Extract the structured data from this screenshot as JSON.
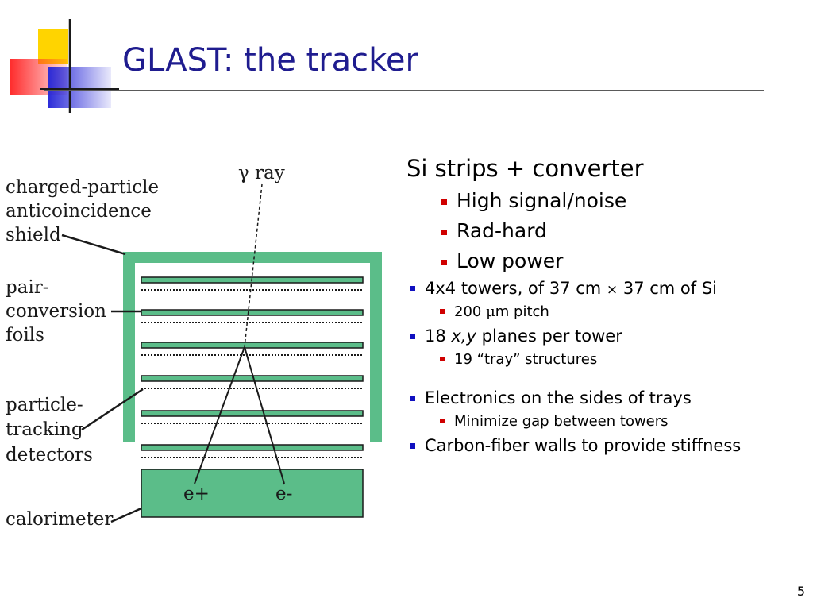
{
  "slide": {
    "title": "GLAST: the tracker",
    "page_number": "5"
  },
  "diagram": {
    "labels": {
      "gamma_ray": "γ ray",
      "shield_1": "charged-particle",
      "shield_2": "anticoincidence",
      "shield_3": "shield",
      "foils_1": "pair-",
      "foils_2": "conversion",
      "foils_3": "foils",
      "tracking_1": "particle-",
      "tracking_2": "tracking",
      "tracking_3": "detectors",
      "calorimeter": "calorimeter",
      "positron": "e+",
      "electron": "e-"
    },
    "colors": {
      "shield": "#5bbd89",
      "detector": "#5bbd89",
      "outline": "#1a1a1a"
    }
  },
  "content": {
    "heading": "Si strips + converter",
    "sub1": "High signal/noise",
    "sub2": "Rad-hard",
    "sub3": "Low power",
    "b1_pre": "4x4 towers, of 37 cm ",
    "b1_times": "×",
    "b1_post": " 37 cm of Si",
    "b1_sub_pre": "200 ",
    "b1_sub_mu": "μ",
    "b1_sub_post": "m pitch",
    "b2_pre": "18 ",
    "b2_ital": "x,y",
    "b2_post": " planes per tower",
    "b2_sub": "19 “tray” structures",
    "b3": "Electronics on the sides of trays",
    "b3_sub": "Minimize gap between towers",
    "b4": "Carbon-fiber walls to provide stiffness"
  },
  "colors": {
    "title": "#1f1c8f",
    "bullet_red": "#d00000",
    "bullet_blue": "#1010c0"
  }
}
